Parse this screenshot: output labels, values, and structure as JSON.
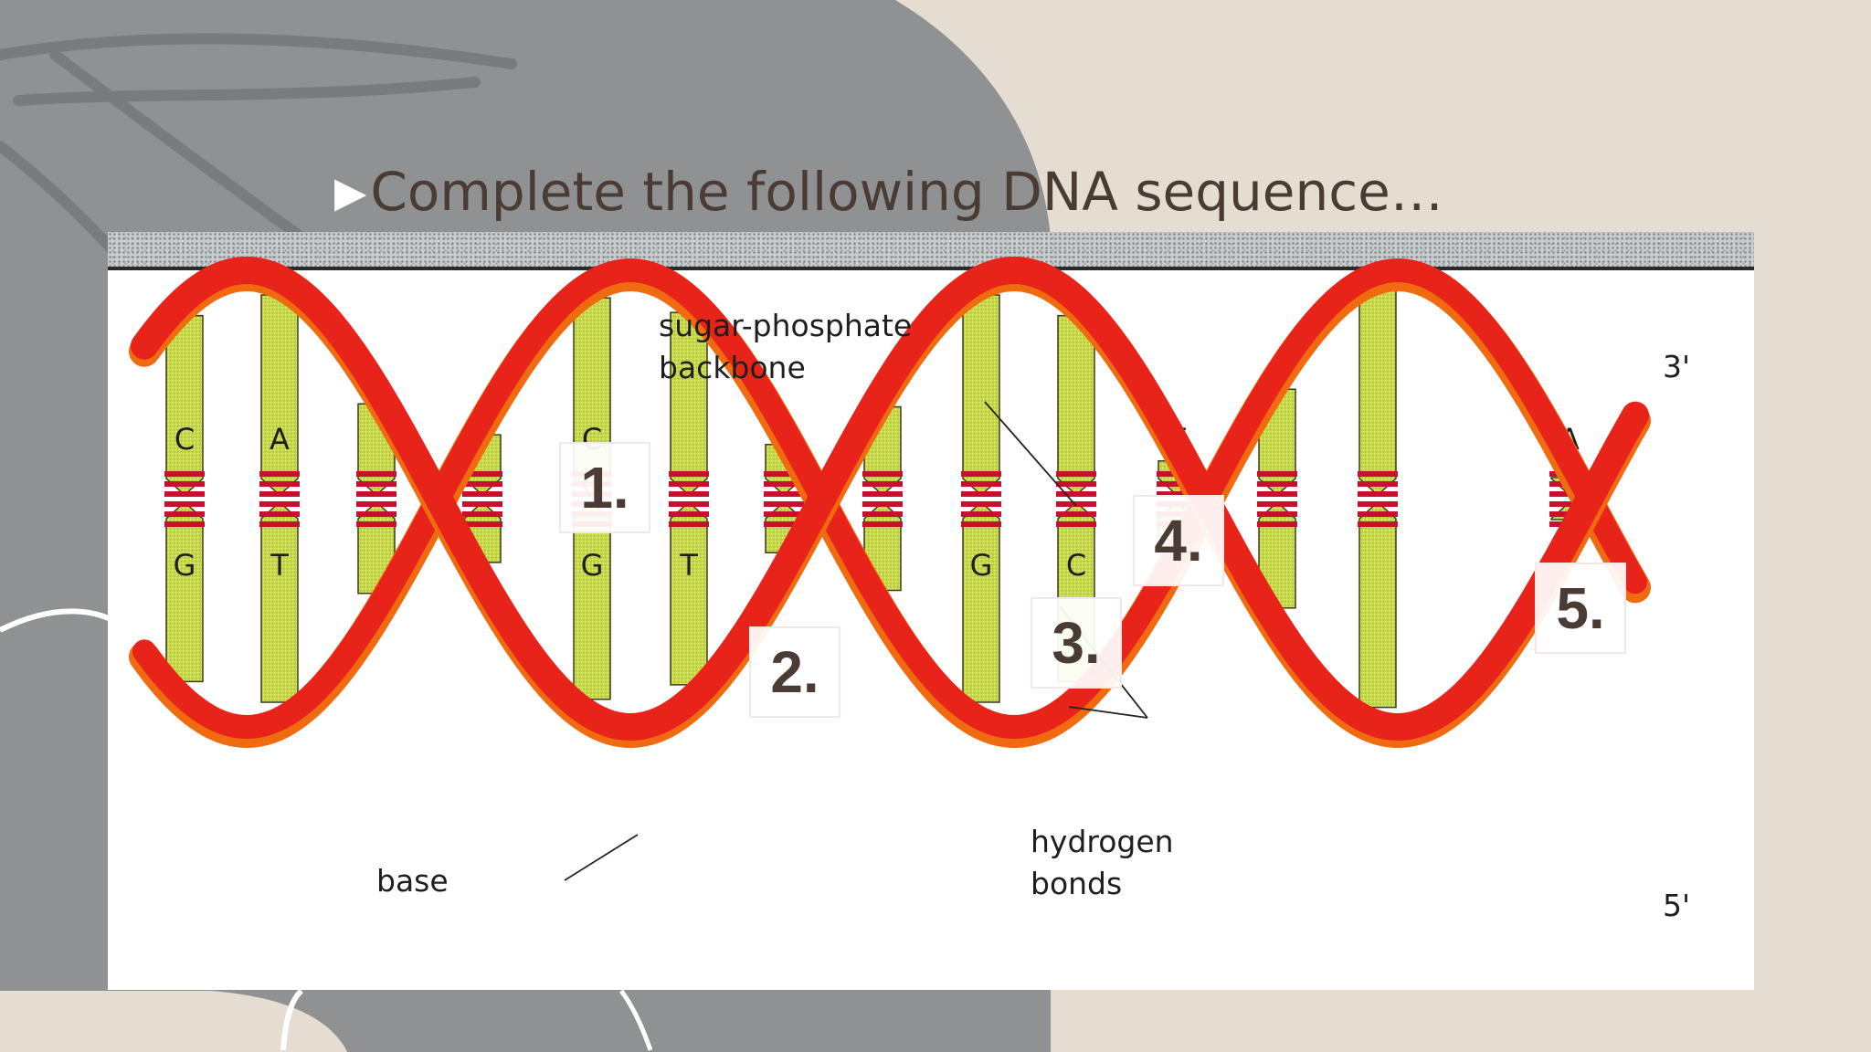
{
  "slide": {
    "title": "Complete the following DNA sequence…",
    "bullet": "▶"
  },
  "diagram": {
    "labels": {
      "backbone_line1": "sugar-phosphate",
      "backbone_line2": "backbone",
      "base": "base",
      "hydrogen_line1": "hydrogen",
      "hydrogen_line2": "bonds",
      "end_top": "3'",
      "end_bottom": "5'"
    },
    "question_boxes": [
      "1.",
      "2.",
      "3.",
      "4.",
      "5."
    ],
    "base_pairs": [
      {
        "top": "C",
        "bottom": "G"
      },
      {
        "top": "A",
        "bottom": "T"
      },
      {
        "top": "C",
        "bottom": "G"
      },
      {
        "top": "",
        "bottom": "T"
      },
      {
        "top": "",
        "bottom": "A"
      },
      {
        "top": "",
        "bottom": "G"
      },
      {
        "top": "",
        "bottom": "C"
      },
      {
        "top": "T",
        "bottom": "A"
      },
      {
        "top": "A",
        "bottom": ""
      }
    ],
    "colors": {
      "backbone": "#e8231a",
      "backbone_shade": "#f06a10",
      "base": "#c8d94a",
      "bond": "#c8102e",
      "text": "#4a3c34"
    }
  }
}
